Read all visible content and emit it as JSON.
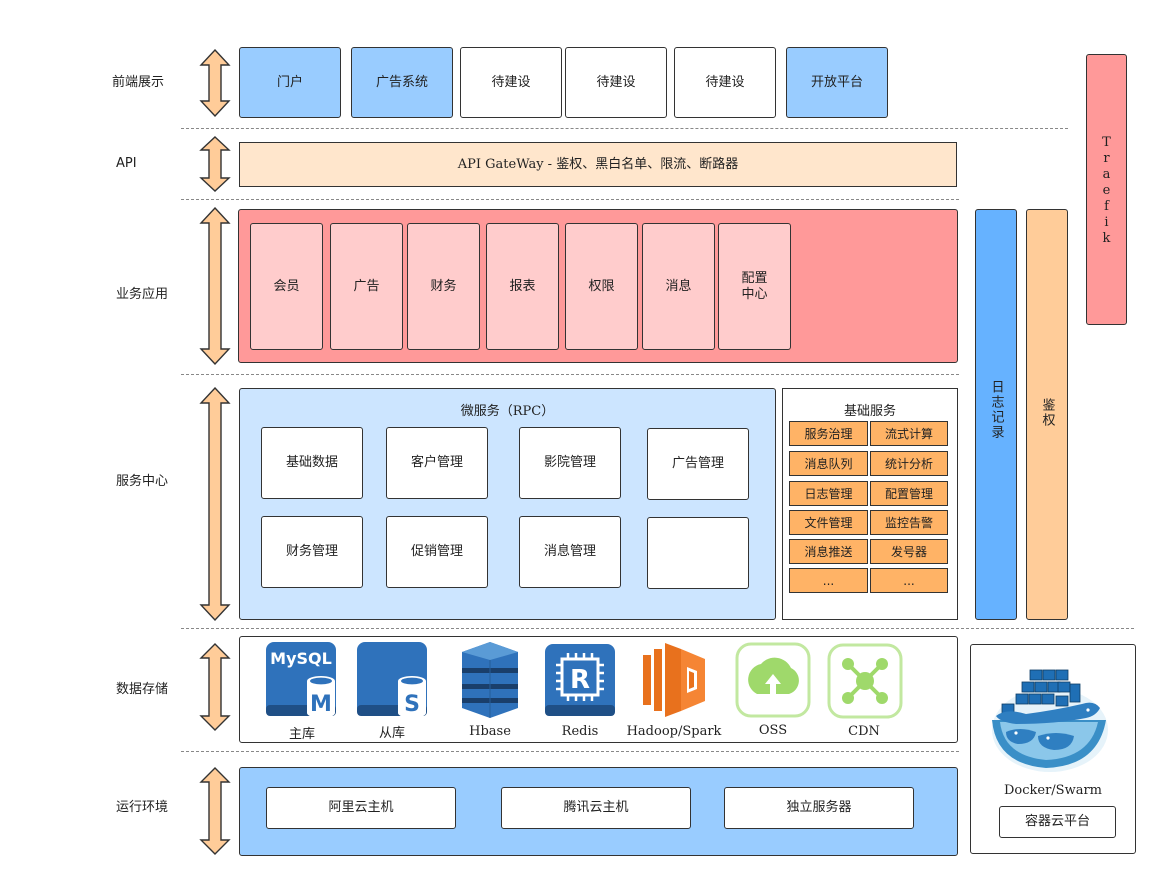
{
  "layers": {
    "frontend": "前端展示",
    "api": "API",
    "business": "业务应用",
    "service_center": "服务中心",
    "data_storage": "数据存储",
    "runtime": "运行环境"
  },
  "frontend_items": [
    "门户",
    "广告系统",
    "待建设",
    "待建设",
    "待建设",
    "开放平台"
  ],
  "api_gateway": "API GateWay - 鉴权、黑白名单、限流、断路器",
  "business_items": [
    "会员",
    "广告",
    "财务",
    "报表",
    "权限",
    "消息",
    "配置\n中心"
  ],
  "microservice": {
    "title": "微服务（RPC）",
    "items": [
      "基础数据",
      "客户管理",
      "影院管理",
      "广告管理",
      "财务管理",
      "促销管理",
      "消息管理",
      ""
    ]
  },
  "base_service": {
    "title": "基础服务",
    "items": [
      "服务治理",
      "流式计算",
      "消息队列",
      "统计分析",
      "日志管理",
      "配置管理",
      "文件管理",
      "监控告警",
      "消息推送",
      "发号器",
      "...",
      "..."
    ]
  },
  "storage": [
    {
      "label": "主库",
      "icon": "mysql-icon",
      "badge": "M",
      "title": "MySQL"
    },
    {
      "label": "从库",
      "icon": "db-slave-icon",
      "badge": "S"
    },
    {
      "label": "Hbase",
      "icon": "hbase-icon"
    },
    {
      "label": "Redis",
      "icon": "redis-icon",
      "badge": "R"
    },
    {
      "label": "Hadoop/Spark",
      "icon": "hadoop-icon"
    },
    {
      "label": "OSS",
      "icon": "oss-icon"
    },
    {
      "label": "CDN",
      "icon": "cdn-icon"
    }
  ],
  "runtime_items": [
    "阿里云主机",
    "腾讯云主机",
    "独立服务器"
  ],
  "side": {
    "traefik": "Traefik",
    "log": "日志记录",
    "auth": "鉴权",
    "docker_label": "Docker/Swarm",
    "container_platform": "容器云平台"
  },
  "colors": {
    "light_blue": "#99ccff",
    "peach": "#ffe6cc",
    "red": "#ff9999",
    "pink": "#ffcccc",
    "orange": "#ffb366",
    "arrow": "#ffcc99",
    "log_blue": "#66b2ff",
    "pale_blue": "#cce5ff"
  }
}
